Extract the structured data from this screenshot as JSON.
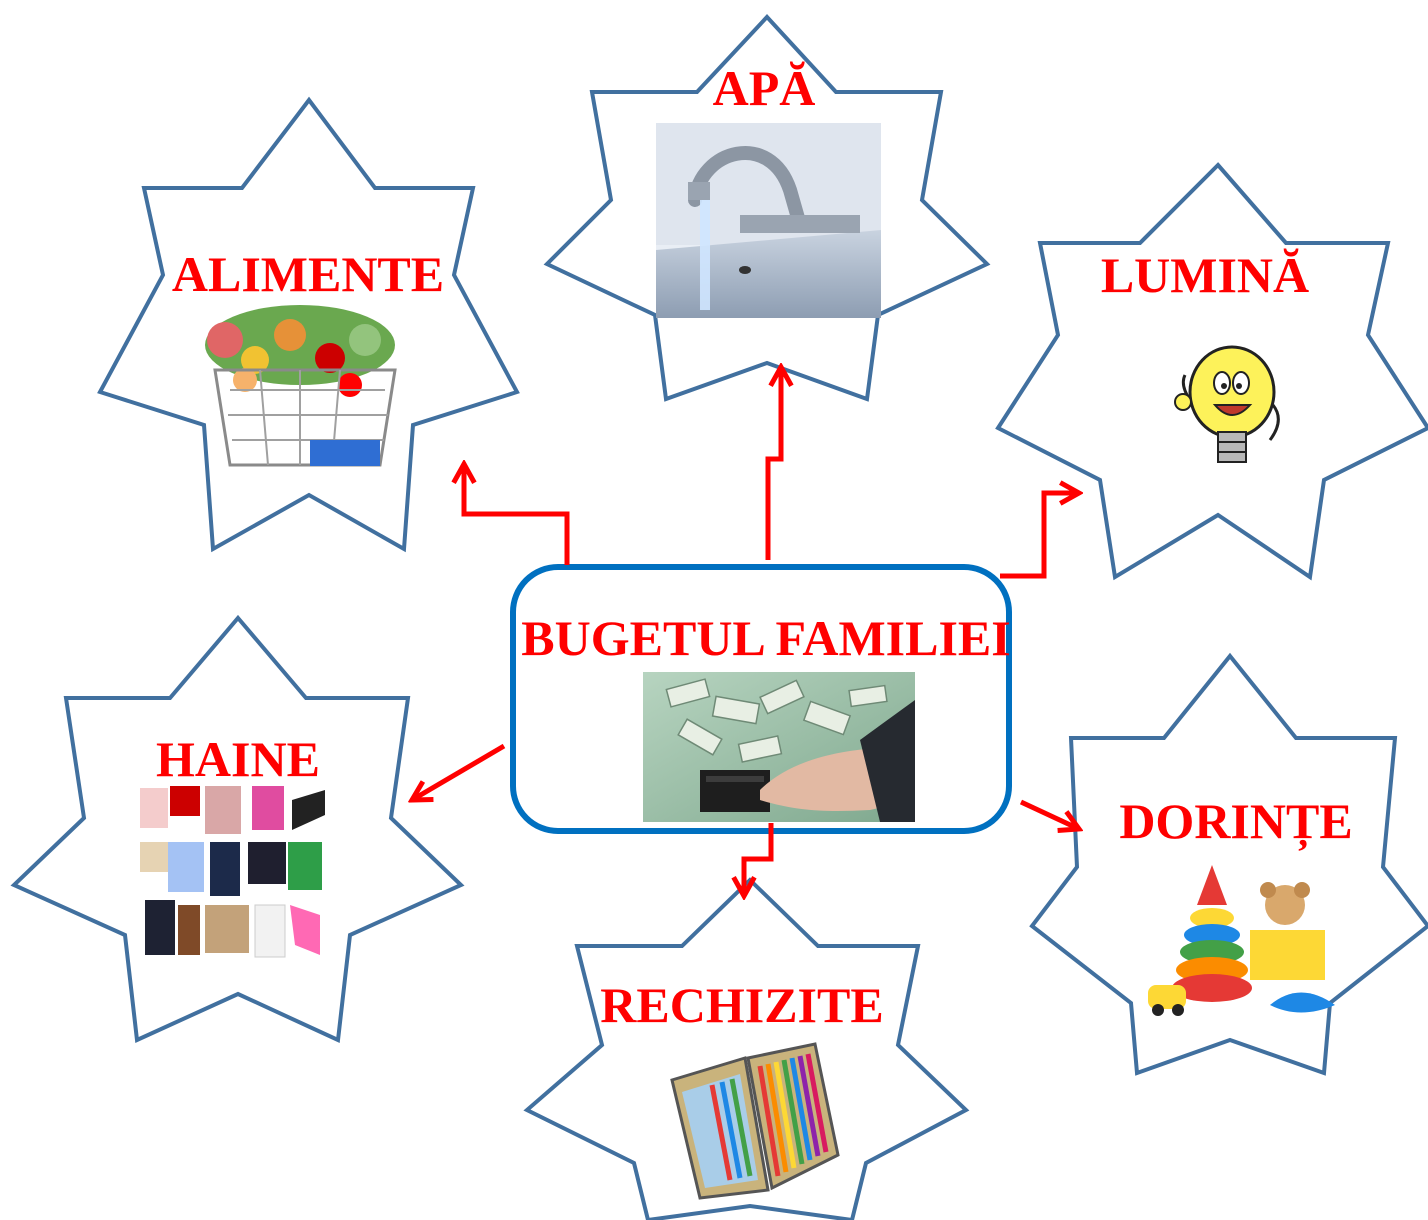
{
  "center": {
    "title": "BUGETUL FAMILIEI",
    "image": "money-wallet-photo"
  },
  "nodes": [
    {
      "id": "alimente",
      "label": "ALIMENTE",
      "image": "grocery-basket-photo"
    },
    {
      "id": "apa",
      "label": "APĂ",
      "image": "water-faucet-photo"
    },
    {
      "id": "lumina",
      "label": "LUMINĂ",
      "image": "light-bulb-cartoon"
    },
    {
      "id": "haine",
      "label": "HAINE",
      "image": "clothes-collage"
    },
    {
      "id": "rechizite",
      "label": "RECHIZITE",
      "image": "pencil-case-photo"
    },
    {
      "id": "dorinte",
      "label": "DORINȚE",
      "image": "toys-photo"
    }
  ],
  "colors": {
    "label": "#ff0000",
    "arrow": "#ff0000",
    "star_outline": "#41709f",
    "center_border": "#0070c0"
  }
}
